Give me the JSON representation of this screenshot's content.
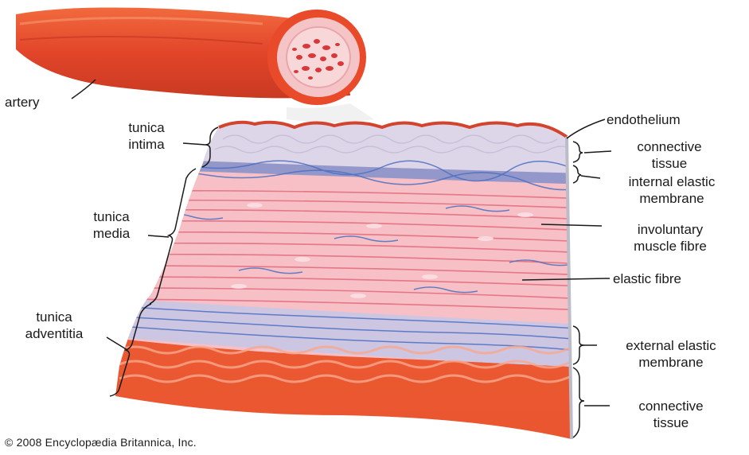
{
  "labels": {
    "artery": "artery",
    "tunica_intima": [
      "tunica",
      "intima"
    ],
    "tunica_media": [
      "tunica",
      "media"
    ],
    "tunica_adventitia": [
      "tunica",
      "adventitia"
    ],
    "endothelium": "endothelium",
    "connective_tissue_top": [
      "connective",
      "tissue"
    ],
    "internal_elastic_membrane": [
      "internal elastic",
      "membrane"
    ],
    "involuntary_muscle_fibre": [
      "involuntary",
      "muscle fibre"
    ],
    "elastic_fibre": "elastic fibre",
    "external_elastic_membrane": [
      "external elastic",
      "membrane"
    ],
    "connective_tissue_bottom": [
      "connective",
      "tissue"
    ]
  },
  "copyright": "© 2008 Encyclopædia Britannica, Inc.",
  "colors": {
    "artery_outer": "#e84a2a",
    "artery_inner": "#f2b6b8",
    "blood_cells": "#d9383a",
    "intima": "#dcd6e8",
    "media": "#f6c0c6",
    "muscle_lines": "#e36a7a",
    "elastic_lines": "#4a6fc0",
    "adventitia": "#f0623a"
  }
}
